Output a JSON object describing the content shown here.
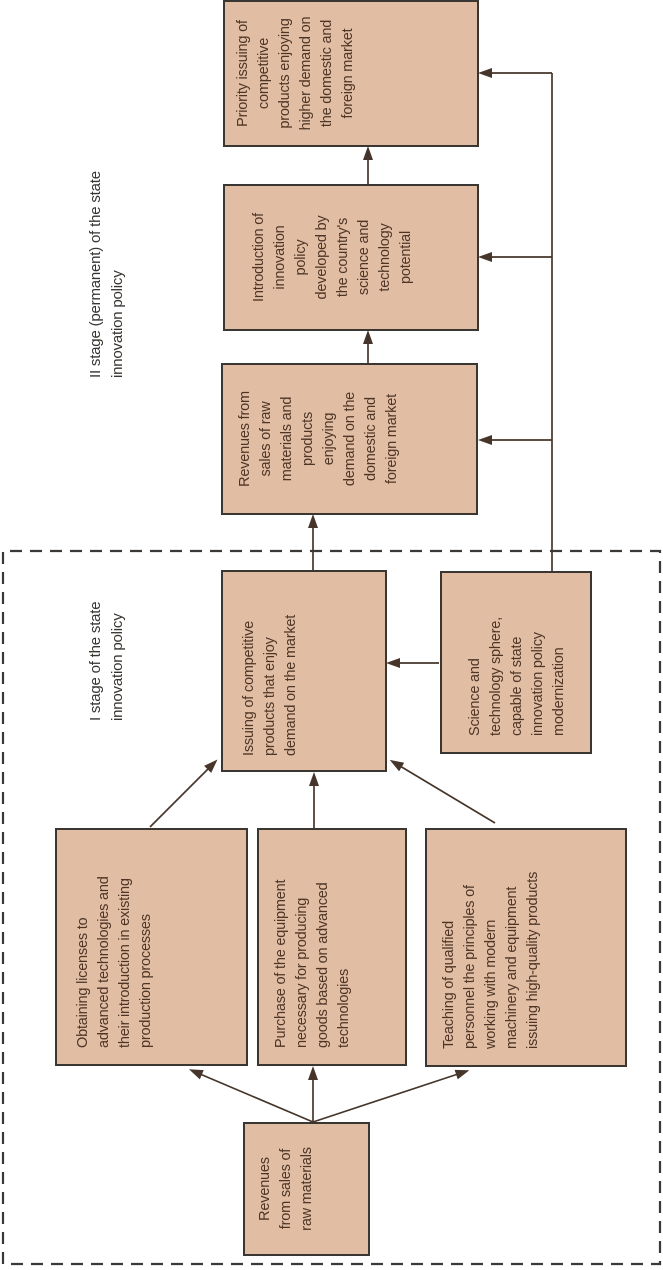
{
  "diagram": {
    "stage_labels": {
      "stage2": "II stage (permanent) of the state\ninnovation policy",
      "stage1": "I stage of the state\ninnovation policy"
    },
    "boxes": {
      "priority_issuing": "Priority issuing of\ncompetitive\nproducts enjoying\nhigher demand on\nthe domestic and\nforeign market",
      "introduction": "Introduction of\ninnovation\npolicy\ndeveloped by\nthe country's\nscience and\ntechnology\npotential",
      "revenues_products": "Revenues from\nsales of raw\nmaterials and\nproducts\nenjoying\ndemand on the\ndomestic and\nforeign market",
      "issuing": "Issuing of competitive\nproducts that enjoy\ndemand on the market",
      "science_sphere": "Science and\ntechnology sphere,\ncapable of state\ninnovation policy\nmodernization",
      "obtaining_licenses": "Obtaining licenses to\nadvanced technologies and\ntheir introduction in existing\nproduction processes",
      "purchase_equipment": "Purchase of the equipment\nnecessary for producing\ngoods based on advanced\ntechnologies",
      "teaching_personnel": "Teaching of qualified\npersonnel the principles of\nworking with modern\nmachinery and equipment\nissuing high-quality products",
      "revenues_raw": "Revenues\nfrom sales of\nraw materials"
    },
    "colors": {
      "box_fill": "#e0bda3",
      "box_border": "#3a3632",
      "connector_line": "#46352a",
      "box_text": "#4e3526",
      "label_text": "#383430",
      "dashed_border": "#3c3835",
      "background": "#ffffff"
    }
  }
}
